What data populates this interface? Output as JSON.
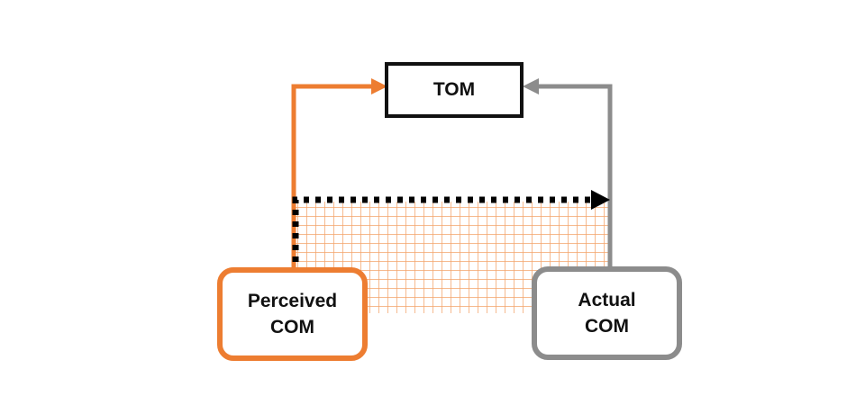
{
  "diagram": {
    "nodes": {
      "tom": {
        "label": "TOM"
      },
      "perceived_com": {
        "label": "Perceived\nCOM"
      },
      "actual_com": {
        "label": "Actual\nCOM"
      }
    },
    "colors": {
      "perceived": "#ed7d31",
      "actual": "#8c8c8c",
      "tom_border": "#111111",
      "dotted_arrow": "#000000",
      "grid": "#f4a36a"
    }
  }
}
